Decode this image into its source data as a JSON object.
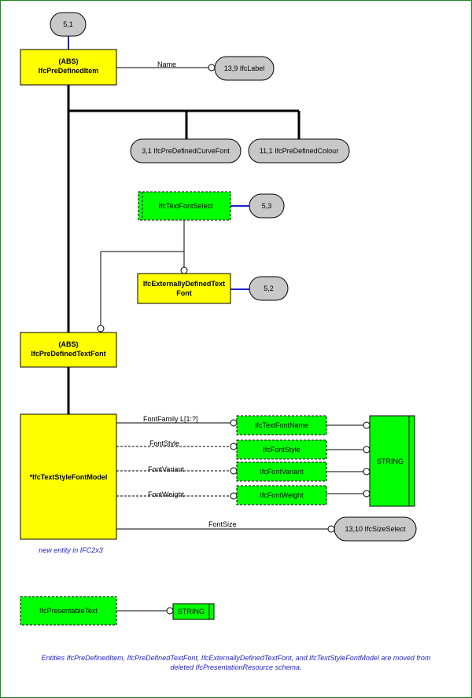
{
  "colors": {
    "abstract_entity": "#ffff00",
    "type_entity": "#00ff00",
    "reference": "#c8c8c8",
    "note": "#1f1fd0",
    "border": "#1f8a1f"
  },
  "refs": {
    "top": "5,1",
    "label": "13,9 IfcLabel",
    "curve_font": "3,1 IfcPreDefinedCurveFont",
    "colour": "11,1 IfcPreDefinedColour",
    "select_ref": "5,3",
    "ext_ref": "5,2",
    "size_select": "13,10 IfcSizeSelect"
  },
  "entities": {
    "predefined_item": {
      "line1": "(ABS)",
      "line2": "IfcPreDefinedItem"
    },
    "predefined_text_font": {
      "line1": "(ABS)",
      "line2": "IfcPreDefinedTextFont"
    },
    "externally_defined_text_font": {
      "line1": "IfcExternallyDefinedText",
      "line2": "Font"
    },
    "text_style_font_model": "*IfcTextStyleFontModel"
  },
  "types": {
    "text_font_select": "IfcTextFontSelect",
    "text_font_name": "IfcTextFontName",
    "font_style": "IfcFontStyle",
    "font_variant": "IfcFontVariant",
    "font_weight": "IfcFontWeight",
    "string": "STRING",
    "presentable_text": "IfcPresentableText",
    "string_small": "STRING"
  },
  "attributes": {
    "name": "Name",
    "font_family": "FontFamily L[1:?]",
    "font_style": "FontStyle",
    "font_variant": "FontVariant",
    "font_weight": "FontWeight",
    "font_size": "FontSize"
  },
  "notes": {
    "new_entity": "new entity in IFC2x3",
    "footer_line1": "Entities IfcPreDefinedItem, IfcPreDefinedTextFont, IfcExternallyDefinedTextFont, and IfcTextStyleFontModel are moved from",
    "footer_line2": "deleted IfcPresentationResource schema."
  }
}
